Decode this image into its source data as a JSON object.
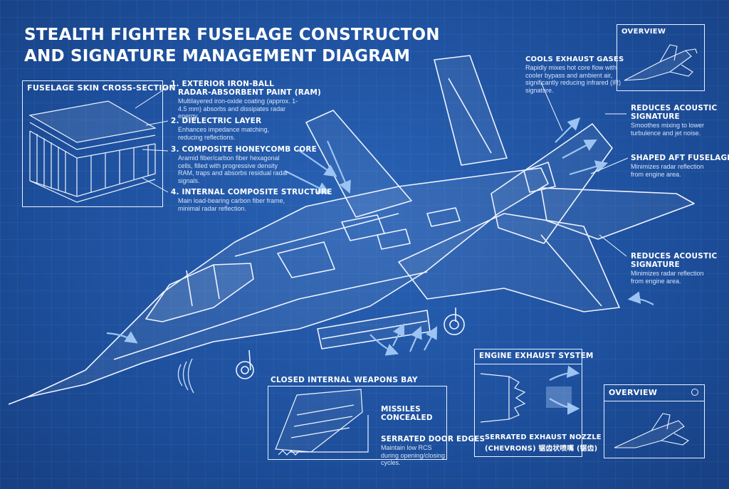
{
  "title": {
    "line1": "STEALTH FIGHTER FUSELAGE CONSTRUCTON",
    "line2": "AND SIGNATURE MANAGEMENT DIAGRAM"
  },
  "cross_section": {
    "title": "FUSELAGE SKIN CROSS-SECTION",
    "layers": [
      {
        "heading1": "1. EXTERIOR IRON-BALL",
        "heading2": "RADAR-ABSORBENT PAINT (RAM)",
        "body": "Multilayered iron-oxide coating (approx. 1-4.5 mm) absorbs and dissipates radar energy."
      },
      {
        "heading1": "2. DIELECTRIC LAYER",
        "body": "Enhances impedance matching, reducing reflections."
      },
      {
        "heading1": "3. COMPOSITE HONEYCOMB CORE",
        "body": "Aramid fiber/carbon fiber hexagonal cells, filled with progressive density RAM, traps and absorbs residual radar signals."
      },
      {
        "heading1": "4. INTERNAL COMPOSITE STRUCTURE",
        "body": "Main load-bearing carbon fiber frame, minimal radar reflection."
      }
    ]
  },
  "callouts": {
    "cools": {
      "heading": "COOLS EXHAUST GASES",
      "body": "Rapidly mixes hot core flow with cooler bypass and ambient air, significantly reducing infrared (IR) signature."
    },
    "acoustic1": {
      "heading1": "REDUCES ACOUSTIC",
      "heading2": "SIGNATURE",
      "body": "Smoothes mixing to lower turbulence and jet noise."
    },
    "aft": {
      "heading1": "SHAPED AFT FUSELAGE",
      "body": "Minimizes radar reflection from engine area."
    },
    "acoustic2": {
      "heading1": "REDUCES ACOUSTIC",
      "heading2": "SIGNATURE",
      "body": "Minimizes radar reflection from engine area."
    }
  },
  "weapons_bay": {
    "title": "CLOSED INTERNAL WEAPONS BAY",
    "missiles1": "MISSILES",
    "missiles2": "CONCEALED",
    "serrated_heading": "SERRATED DOOR EDGES",
    "serrated_body": "Maintain low RCS during opening/closing cycles."
  },
  "engine_exhaust": {
    "title": "ENGINE EXHAUST SYSTEM",
    "label1": "SERRATED EXHAUST NOZZLE",
    "label2": "(CHEVRONS) 锯齿状喷嘴 (锯齿)"
  },
  "overview_top": {
    "title": "OVERVIEW"
  },
  "overview_bottom": {
    "title": "OVERVIEW"
  },
  "colors": {
    "background": "#1d4f9c",
    "line": "#eaf2ff",
    "arrow": "#9cc4f2"
  }
}
